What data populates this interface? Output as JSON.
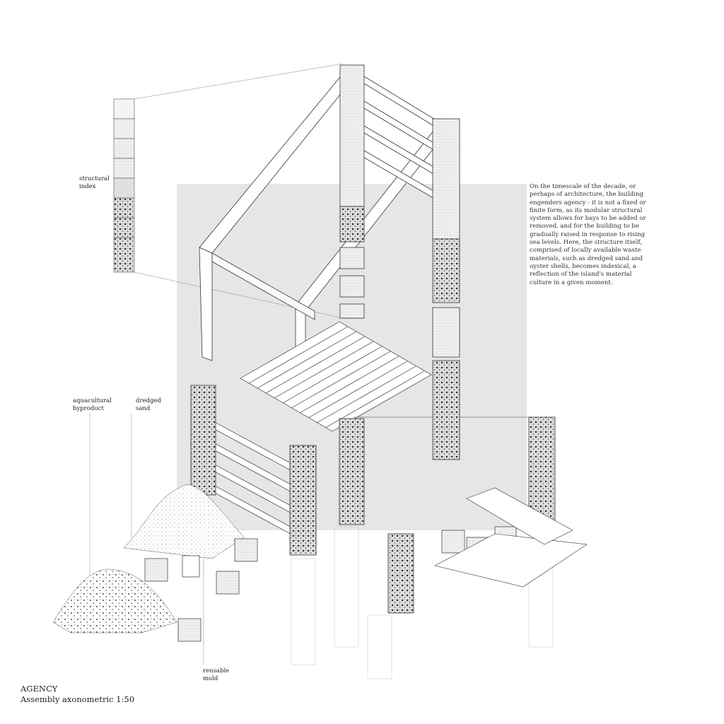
{
  "labels": {
    "structural_index": [
      "structural",
      "index"
    ],
    "aquacultural_byproduct": [
      "aquacultural",
      "byproduct"
    ],
    "dredged_sand": [
      "dredged",
      "sand"
    ],
    "reusable_mold": [
      "reusable",
      "mold"
    ]
  },
  "description": "On the timescale of the decade, or perhaps of architecture, the building engenders agency - it is not a fixed or finite form, as its modular structural system allows for bays to be added or removed, and for the building to be gradually raised in response to rising sea levels. Here, the structure itself, comprised of locally available waste materials, such as dredged sand and oyster shells, becomes indexical, a reflection of the island's material culture in a given moment.",
  "title": {
    "line1": "AGENCY",
    "line2": "Assembly axonometric 1:50"
  },
  "colors": {
    "backdrop": "#e6e6e6",
    "ink": "#222222"
  }
}
